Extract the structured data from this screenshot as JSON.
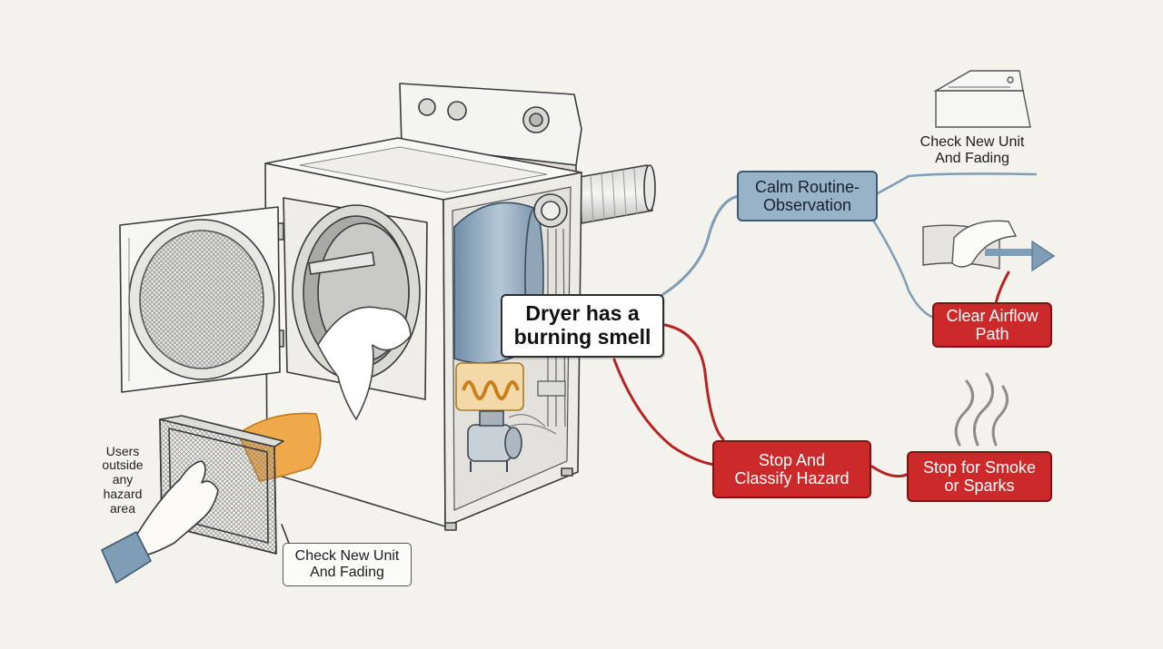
{
  "diagram": {
    "center_label": "Dryer has a\nburning smell",
    "routine_label": "Calm Routine-\nObservation",
    "stop_label": "Stop And\nClassify Hazard",
    "new_unit_top_label": "Check New Unit\nAnd Fading",
    "airflow_label": "Clear Airflow\nPath",
    "smoke_label": "Stop for Smoke\nor Sparks",
    "new_unit_bottom_label": "Check New Unit\nAnd Fading",
    "users_label": "Users\noutside\nany\nhazard\narea"
  },
  "colors": {
    "background": "#f3f2ec",
    "routine_blue": "#98b3c8",
    "hazard_red": "#cc2a2a",
    "connector_blue": "#7f9db5",
    "connector_red": "#b82222",
    "hand_orange": "#f0a94a"
  }
}
